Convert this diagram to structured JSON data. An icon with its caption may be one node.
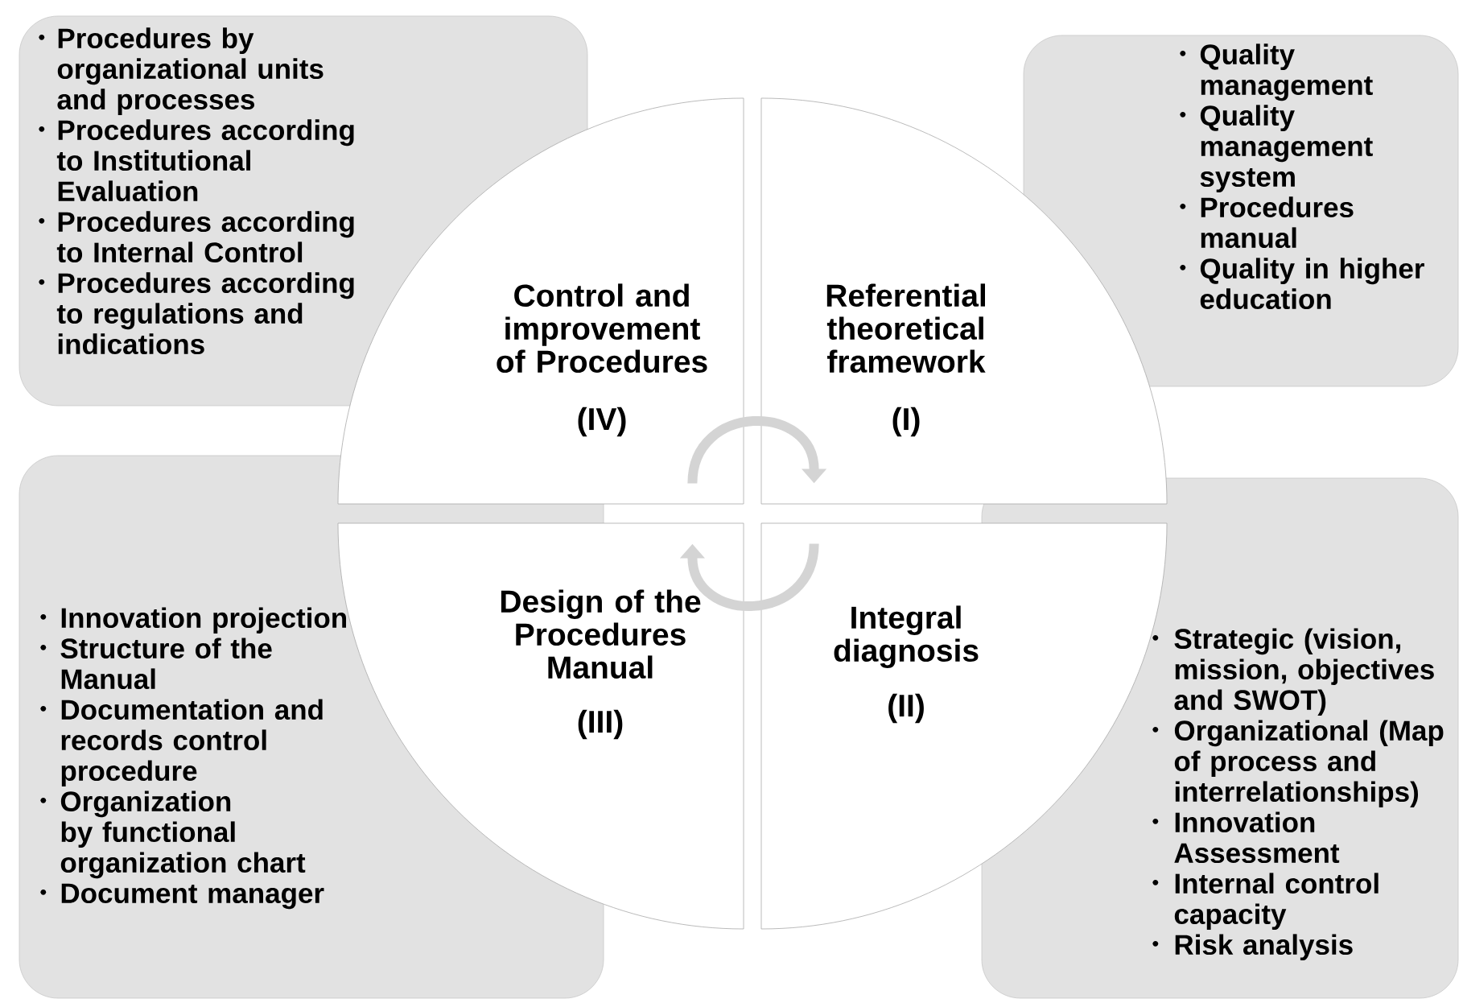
{
  "diagram": {
    "nodes": [
      {
        "text": [
          "Procedures by organizational units and processes",
          "Procedures according to Institutional Evaluation",
          "Procedures according to Internal Control",
          "Procedures according to regulations and indications"
        ]
      },
      {
        "text": [
          "Quality management",
          "Quality management system",
          "Procedures manual",
          "Quality in higher education"
        ]
      },
      {
        "text": [
          "Control and improvement of Procedures",
          "(IV)"
        ]
      },
      {
        "text": [
          "Referential theoretical framework",
          "(I)"
        ]
      },
      {
        "text": [
          "Innovation projection",
          "Structure of the Manual",
          "Documentation and records control procedure",
          "Organization by functional organization chart",
          "Document manager"
        ]
      },
      {
        "text": [
          "Design of the Procedures Manual",
          "(III)"
        ]
      },
      {
        "text": [
          "Integral diagnosis",
          "(II)"
        ]
      },
      {
        "text": [
          "Strategic (vision, mission, objectives and SWOT)",
          "Organizational (Map of process and interrelationships)",
          "Innovation Assessment",
          "Internal control capacity",
          "Risk analysis"
        ]
      }
    ],
    "edges": [
      {
        "from": 2,
        "to": 3,
        "arrow": "to"
      },
      {
        "from": 6,
        "to": 5,
        "arrow": "to"
      }
    ]
  }
}
